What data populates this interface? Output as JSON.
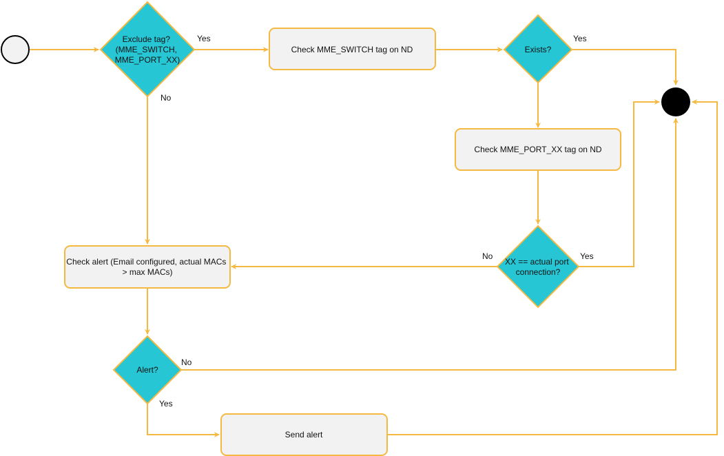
{
  "colors": {
    "edge": "#F5B942",
    "process_fill": "#F2F2F2",
    "process_stroke": "#F5B942",
    "decision_fill": "#26C6D4",
    "decision_stroke": "#F5B942",
    "start_fill": "#F2F2F2",
    "start_stroke": "#000000",
    "end_fill": "#000000",
    "text": "#111111"
  },
  "nodes": {
    "exclude_tag": {
      "lines": [
        "Exclude tag?",
        "(MME_SWITCH,",
        "MME_PORT_XX)"
      ]
    },
    "check_switch_tag": {
      "lines": [
        "Check MME_SWITCH tag on ND"
      ]
    },
    "exists": {
      "lines": [
        "Exists?"
      ]
    },
    "check_port_tag": {
      "lines": [
        "Check MME_PORT_XX tag on ND"
      ]
    },
    "port_match": {
      "lines": [
        "XX == actual port",
        "connection?"
      ]
    },
    "check_alert": {
      "lines": [
        "Check alert (Email configured, actual MACs",
        "> max MACs)"
      ]
    },
    "alert": {
      "lines": [
        "Alert?"
      ]
    },
    "send_alert": {
      "lines": [
        "Send alert"
      ]
    }
  },
  "edges": {
    "exclude_yes": "Yes",
    "exclude_no": "No",
    "exists_yes": "Yes",
    "port_no": "No",
    "port_yes": "Yes",
    "alert_no": "No",
    "alert_yes": "Yes"
  }
}
